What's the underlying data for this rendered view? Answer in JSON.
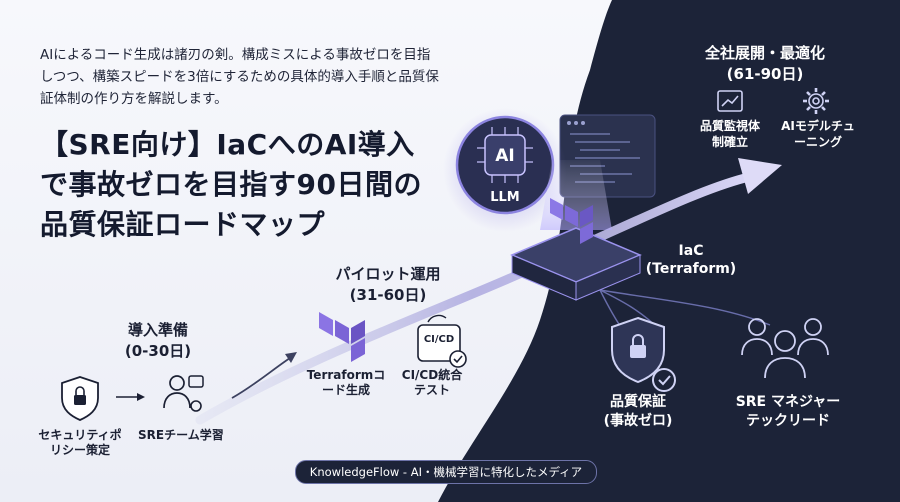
{
  "intro_text": "AIによるコード生成は諸刃の剣。構成ミスによる事故ゼロを目指しつつ、構築スピードを3倍にするための具体的導入手順と品質保証体制の作り方を解説します。",
  "title": "【SRE向け】IaCへのAI導入で事故ゼロを目指す90日間の品質保証ロードマップ",
  "phases": {
    "prep": {
      "name": "導入準備",
      "period": "(0-30日)"
    },
    "pilot": {
      "name": "パイロット運用",
      "period": "(31-60日)"
    },
    "rollout": {
      "name": "全社展開・最適化",
      "period": "(61-90日)"
    }
  },
  "items": {
    "security_policy": "セキュリティポリシー策定",
    "sre_training": "SREチーム学習",
    "terraform_codegen": "Terraformコード生成",
    "cicd_test": "CI/CD統合テスト",
    "cicd_badge": "CI/CD",
    "quality_monitor": "品質監視体制確立",
    "ai_tuning": "AIモデルチューニング"
  },
  "llm": {
    "ai_badge": "AI",
    "label": "LLM"
  },
  "iac": {
    "name": "IaC",
    "sub": "(Terraform)"
  },
  "quality": {
    "name": "品質保証",
    "sub": "(事故ゼロ)"
  },
  "sre_managers": {
    "line1": "SRE マネジャー",
    "line2": "テックリード"
  },
  "footer": "KnowledgeFlow - AI・機械学習に特化したメディア",
  "colors": {
    "dark_bg": "#1c2338",
    "accent": "#7a74c9",
    "node_dark": "#262d45"
  }
}
